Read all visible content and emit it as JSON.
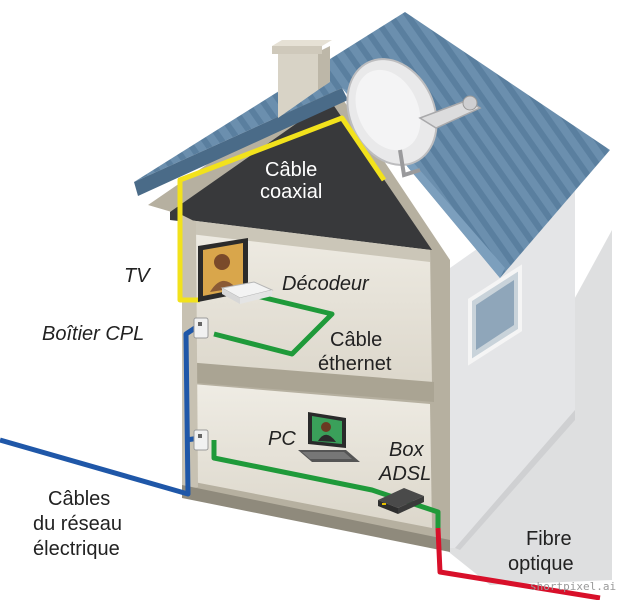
{
  "labels": {
    "cable_coaxial_1": "Câble",
    "cable_coaxial_2": "coaxial",
    "tv": "TV",
    "decodeur": "Décodeur",
    "boitier_cpl": "Boîtier CPL",
    "cable_ethernet_1": "Câble",
    "cable_ethernet_2": "éthernet",
    "pc": "PC",
    "box_adsl_1": "Box",
    "box_adsl_2": "ADSL",
    "cables_reseau_1": "Câbles",
    "cables_reseau_2": "du réseau",
    "cables_reseau_3": "électrique",
    "fibre_1": "Fibre",
    "fibre_2": "optique"
  },
  "watermark": "shortpixel.ai",
  "colors": {
    "coax_cable": "#f2e21c",
    "ethernet_cable": "#1f9a3a",
    "power_cable": "#1f57a8",
    "fiber_cable": "#d8102a",
    "roof": "#5f86a6",
    "attic": "#3a3a3a",
    "wall_side": "#e3e4e6",
    "frame": "#b9b3a4"
  }
}
